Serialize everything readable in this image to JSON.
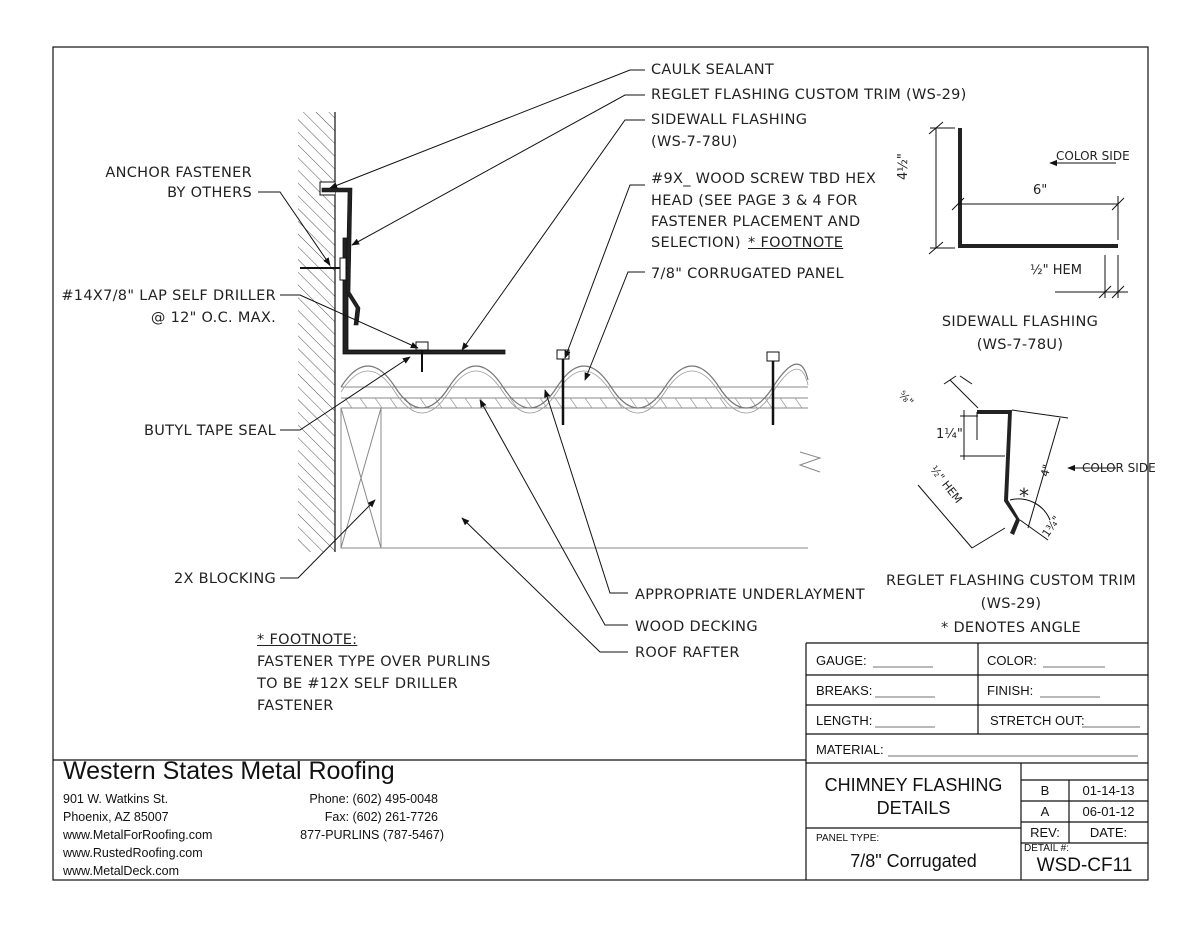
{
  "callouts": {
    "caulk": "CAULK SEALANT",
    "reglet_trim": "REGLET FLASHING CUSTOM TRIM (WS-29)",
    "sidewall_1": "SIDEWALL FLASHING",
    "sidewall_2": "(WS-7-78U)",
    "screw_1": "#9X_ WOOD SCREW TBD HEX",
    "screw_2": "HEAD (SEE PAGE 3 & 4 FOR",
    "screw_3": "FASTENER PLACEMENT AND",
    "screw_4": "SELECTION)",
    "screw_footnote": "* FOOTNOTE",
    "panel": "7/8\" CORRUGATED PANEL",
    "anchor_1": "ANCHOR FASTENER",
    "anchor_2": "BY OTHERS",
    "lap_1": "#14X7/8\" LAP SELF DRILLER",
    "lap_2": "@ 12\" O.C. MAX.",
    "butyl": "BUTYL TAPE SEAL",
    "blocking": "2X BLOCKING",
    "underlayment": "APPROPRIATE UNDERLAYMENT",
    "decking": "WOOD DECKING",
    "rafter": "ROOF RAFTER"
  },
  "footnote": {
    "title": "* FOOTNOTE:",
    "line1": "FASTENER TYPE OVER PURLINS",
    "line2": "TO BE #12X SELF DRILLER",
    "line3": "FASTENER"
  },
  "sidewall_detail": {
    "color_side": "COLOR SIDE",
    "dim_height": "4½\"",
    "dim_width": "6\"",
    "dim_hem": "½\" HEM",
    "caption_1": "SIDEWALL FLASHING",
    "caption_2": "(WS-7-78U)"
  },
  "reglet_detail": {
    "dim_top": "⅝\"",
    "dim_114": "1¼\"",
    "dim_hem": "½\" HEM",
    "dim_4": "4\"",
    "dim_134": "1¾\"",
    "color_side": "COLOR SIDE",
    "angle_mark": "*",
    "caption_1": "REGLET FLASHING CUSTOM TRIM",
    "caption_2": "(WS-29)",
    "caption_3": "* DENOTES ANGLE"
  },
  "title_block": {
    "gauge": "GAUGE:",
    "color": "COLOR:",
    "breaks": "BREAKS:",
    "finish": "FINISH:",
    "length": "LENGTH:",
    "stretch_out": "STRETCH OUT:",
    "material": "MATERIAL:",
    "title_1": "CHIMNEY FLASHING",
    "title_2": "DETAILS",
    "panel_type_label": "PANEL TYPE:",
    "panel_type": "7/8\" Corrugated",
    "rev_b": "B",
    "rev_b_date": "01-14-13",
    "rev_a": "A",
    "rev_a_date": "06-01-12",
    "rev_label": "REV:",
    "date_label": "DATE:",
    "detail_label": "DETAIL #:",
    "detail_no": "WSD-CF11"
  },
  "company": {
    "name": "Western States Metal Roofing",
    "address_1": "901 W. Watkins St.",
    "address_2": "Phoenix, AZ 85007",
    "web_1": "www.MetalForRoofing.com",
    "web_2": "www.RustedRoofing.com",
    "web_3": "www.MetalDeck.com",
    "phone": "Phone: (602) 495-0048",
    "fax": "Fax: (602) 261-7726",
    "tollfree": "877-PURLINS (787-5467)"
  }
}
